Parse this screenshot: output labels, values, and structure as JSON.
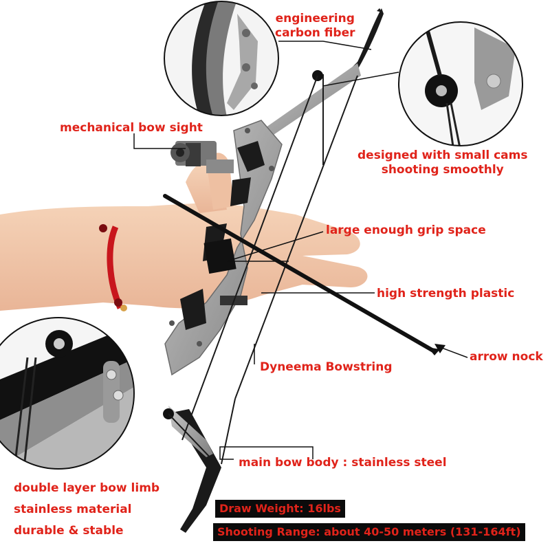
{
  "labels": {
    "carbon": "engineering\ncarbon fiber",
    "sight": "mechanical bow sight",
    "cams": "designed with small cams\nshooting smoothly",
    "grip": "large enough grip space",
    "plastic": "high strength plastic",
    "nock": "arrow nock",
    "bowstring": "Dyneema Bowstring",
    "body": "main bow body : stainless steel",
    "limb": "double layer bow limb\nstainless material\ndurable & stable"
  },
  "badges": {
    "draw_weight": "Draw Weight: 16lbs",
    "range": "Shooting Range: about 40-50 meters (131-164ft)"
  },
  "colors": {
    "label_text": "#e0231a",
    "badge_bg": "#0b0b0b",
    "skin": "#f1c7a8",
    "steel": "#9a9a9a",
    "limb": "#1a1a1a"
  }
}
